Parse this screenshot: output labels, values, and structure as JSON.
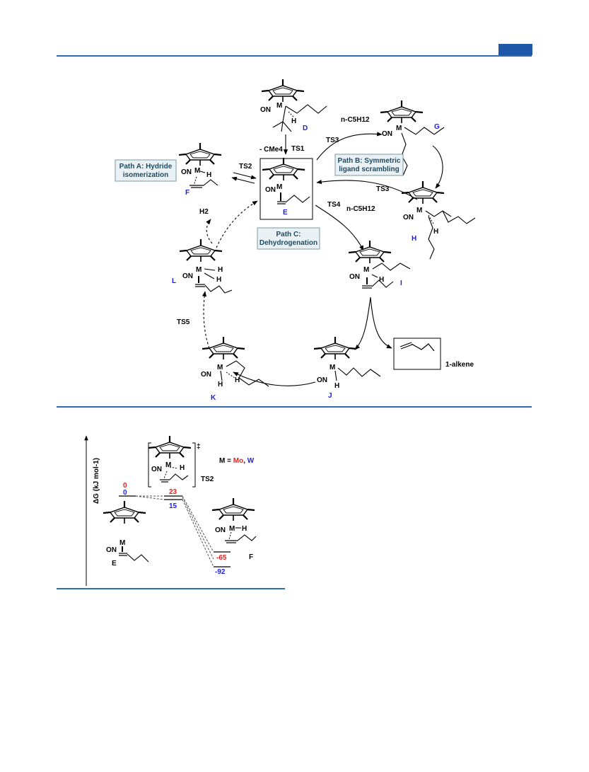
{
  "header": {
    "accent_color": "#1f58a8"
  },
  "scheme": {
    "compounds": {
      "D": "D",
      "E": "E",
      "F": "F",
      "G": "G",
      "H": "H",
      "I": "I",
      "J": "J",
      "K": "K",
      "L": "L"
    },
    "transitions": {
      "ts1": "TS1",
      "ts2": "TS2",
      "ts3_top": "TS3",
      "ts3_right": "TS3",
      "ts4": "TS4",
      "ts5": "TS5"
    },
    "reagents": {
      "cme4": "- CMe4",
      "pentane_top": "n-C5H12",
      "pentane_mid": "n-C5H12",
      "h2": "H2"
    },
    "paths": {
      "a_line1": "Path A: Hydride",
      "a_line2": "isomerization",
      "b_line1": "Path B: Symmetric",
      "b_line2": "ligand scrambling",
      "c_line1": "Path C:",
      "c_line2": "Dehydrogenation"
    },
    "atoms": {
      "metal": "M",
      "nitrosyl": "ON",
      "hydride": "H"
    },
    "product": "1-alkene",
    "colors": {
      "label_blue": "#1a1aff",
      "path_fill": "#e9f1f5",
      "path_border": "#7a9aa6"
    }
  },
  "energy_diagram": {
    "axis_label": "ΔG (kJ mol-1)",
    "legend": {
      "prefix": "M = ",
      "mo": "Mo",
      "sep": ", ",
      "w": "W"
    },
    "ts_label": "TS2",
    "double_dagger": "‡",
    "species": {
      "E": "E",
      "F": "F"
    },
    "energies": {
      "E_mo": "0",
      "E_w": "0",
      "TS2_mo": "23",
      "TS2_w": "15",
      "F_mo": "-65",
      "F_w": "-92"
    },
    "colors": {
      "mo": "#e8201f",
      "w": "#1a1aff"
    }
  }
}
